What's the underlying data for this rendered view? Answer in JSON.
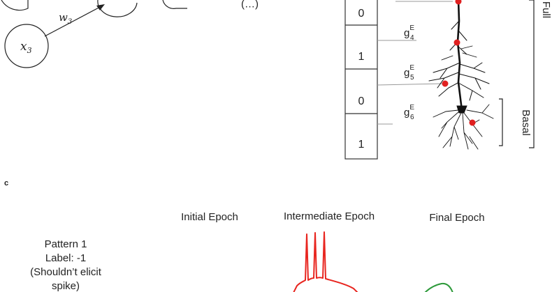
{
  "panel_a": {
    "node_x3_base": "x",
    "node_x3_sub": "3",
    "weight_base": "w",
    "weight_sub": "3",
    "partial_text": "(…)"
  },
  "panel_b": {
    "bits": [
      "0",
      "1",
      "0",
      "1"
    ],
    "conductances": [
      {
        "base": "g",
        "sup": "E",
        "sub": "4"
      },
      {
        "base": "g",
        "sup": "E",
        "sub": "5"
      },
      {
        "base": "g",
        "sup": "E",
        "sub": "6"
      }
    ],
    "label_full": "Full",
    "label_basal": "Basal"
  },
  "panel_c": {
    "panel_letter": "c",
    "epochs": [
      "Initial Epoch",
      "Intermediate Epoch",
      "Final Epoch"
    ],
    "pattern_lines": [
      "Pattern 1",
      "Label: -1",
      "(Shouldn’t elicit",
      "spike)"
    ]
  },
  "colors": {
    "spike_red": "#e8251f",
    "final_green": "#2e9a3b",
    "synapse_red": "#e02020",
    "ink": "#222222"
  }
}
